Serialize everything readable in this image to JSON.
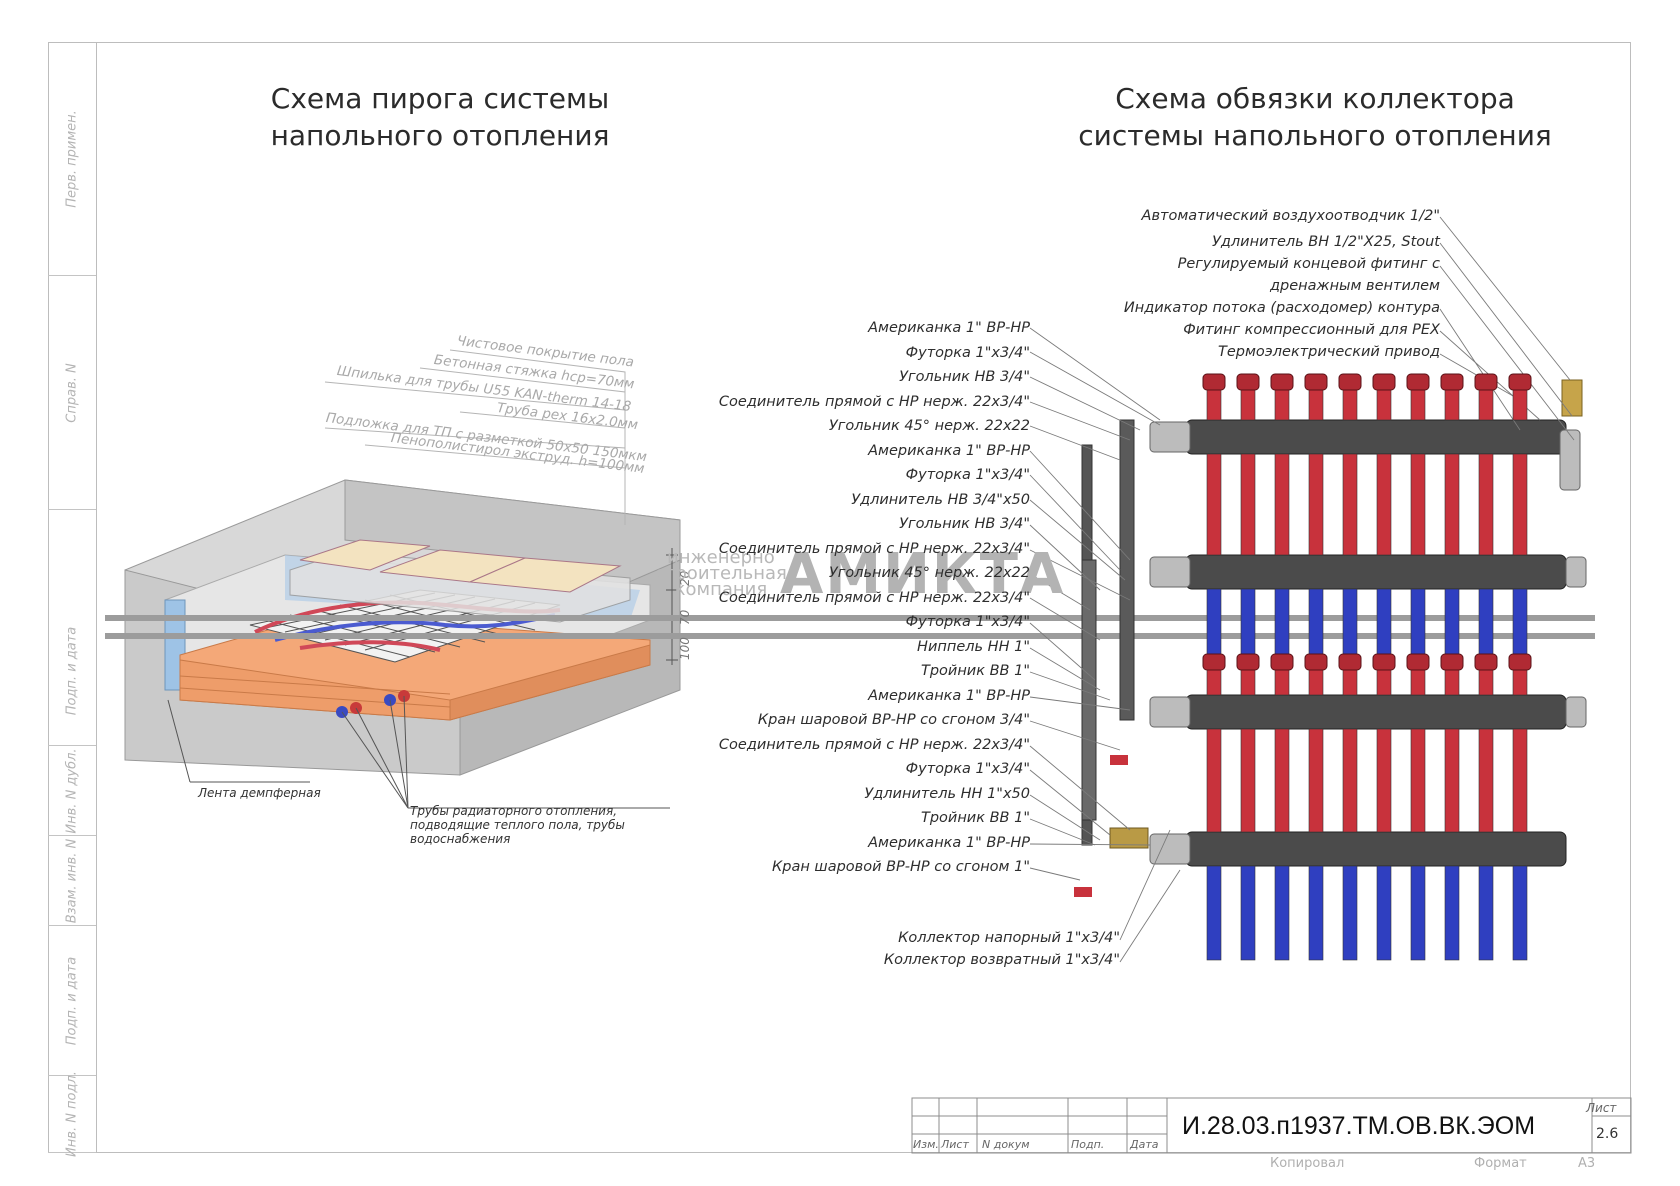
{
  "titles": {
    "left": "Схема пирога системы напольного отопления",
    "right": "Схема обвязки коллектора системы напольного отопления"
  },
  "side_strip": [
    "Перв. примен.",
    "Справ. N",
    "Подп. и дата",
    "Инв. N дубл.",
    "Взам. инв. N",
    "Подп. и дата",
    "Инв. N подл."
  ],
  "layer_labels": [
    "Чистовое покрытие пола",
    "Бетонная стяжка hср=70мм",
    "Шпилька для трубы U55 KAN-therm 14-18",
    "Труба pex 16х2.0мм",
    "Подложка для ТП с разметкой 50х50 150мкм",
    "Пенополистирол экструд. h=100мм"
  ],
  "dimensions": [
    "20",
    "70",
    "100"
  ],
  "bottom_labels": {
    "damper": "Лента демпферная",
    "pipes": "Трубы радиаторного отопления, подводящие теплого пола, трубы водоснабжения"
  },
  "watermark": {
    "line1": "инженерно",
    "line2": "строительная",
    "line3": "компания",
    "brand": "АМИКТА"
  },
  "right_top_labels": [
    "Автоматический воздухоотводчик 1/2\"",
    "Удлинитель ВН 1/2\"Х25, Stout",
    "Регулируемый концевой фитинг с",
    "дренажным вентилем",
    "Индикатор потока (расходомер) контура",
    "Фитинг компрессионный для PEX",
    "Термоэлектрический привод"
  ],
  "right_left_labels": [
    "Американка 1\" ВР-НР",
    "Футорка 1\"х3/4\"",
    "Угольник НВ 3/4\"",
    "Соединитель прямой с НР нерж. 22х3/4\"",
    "Угольник 45° нерж. 22х22",
    "Американка 1\" ВР-НР",
    "Футорка 1\"х3/4\"",
    "Удлинитель НВ 3/4\"х50",
    "Угольник НВ 3/4\"",
    "Соединитель прямой с НР нерж. 22х3/4\"",
    "Угольник 45° нерж. 22х22",
    "Соединитель прямой с НР нерж. 22х3/4\"",
    "Футорка 1\"х3/4\"",
    "Ниппель НН 1\"",
    "Тройник ВВ 1\"",
    "Американка 1\" ВР-НР",
    "Кран шаровой ВР-НР со сгоном 3/4\"",
    "Соединитель прямой с НР нерж. 22х3/4\"",
    "Футорка 1\"х3/4\"",
    "Удлинитель НН 1\"х50",
    "Тройник ВВ 1\"",
    "Американка 1\" ВР-НР",
    "Кран шаровой ВР-НР со сгоном 1\""
  ],
  "collector_labels": [
    "Коллектор напорный 1\"х3/4\"",
    "Коллектор возвратный 1\"х3/4\""
  ],
  "stamp": {
    "columns": [
      "Изм.",
      "Лист",
      "N докум",
      "Подп.",
      "Дата"
    ],
    "doc_code": "И.28.03.п1937.ТМ.ОВ.ВК.ЭОМ",
    "sheet_label": "Лист",
    "sheet_number": "2.6"
  },
  "footer": {
    "copied": "Копировал",
    "format_label": "Формат",
    "format": "А3"
  },
  "colors": {
    "supply": "#c8323c",
    "return": "#2f3fc0",
    "insulation": "#f0a070",
    "concrete": "#cfcfcf",
    "collector": "#4a4a4a"
  }
}
